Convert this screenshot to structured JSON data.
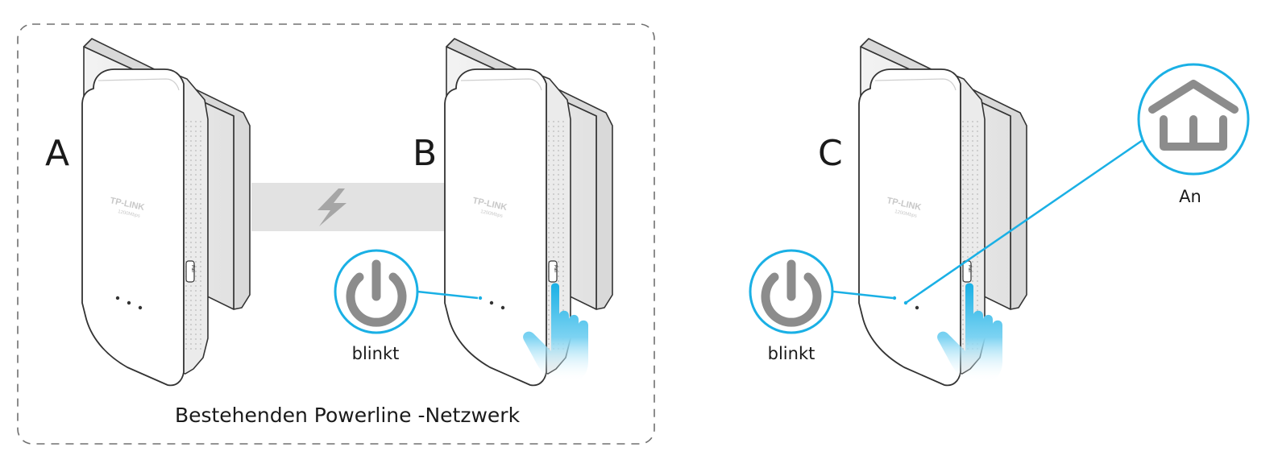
{
  "adapters": {
    "a": {
      "letter": "A",
      "brand": "TP-LINK",
      "speed": "1200Mbps",
      "pair_label": "Pair"
    },
    "b": {
      "letter": "B",
      "brand": "TP-LINK",
      "speed": "1200Mbps",
      "pair_label": "Pair"
    },
    "c": {
      "letter": "C",
      "brand": "TP-LINK",
      "speed": "1200Mbps",
      "pair_label": "Pair"
    }
  },
  "indicators": {
    "power_b": {
      "icon": "power-icon",
      "caption": "blinkt"
    },
    "power_c": {
      "icon": "power-icon",
      "caption": "blinkt"
    },
    "home_c": {
      "icon": "house-icon",
      "caption": "An"
    }
  },
  "network": {
    "caption": "Bestehenden Powerline -Netzwerk",
    "link_icon": "lightning-icon"
  },
  "colors": {
    "accent": "#1ab0e5",
    "icon_gray": "#8c8c8c",
    "wall_plate": "#ececec",
    "adapter_body": "#ffffff",
    "outline": "#333333",
    "dashed_border": "#707070"
  }
}
